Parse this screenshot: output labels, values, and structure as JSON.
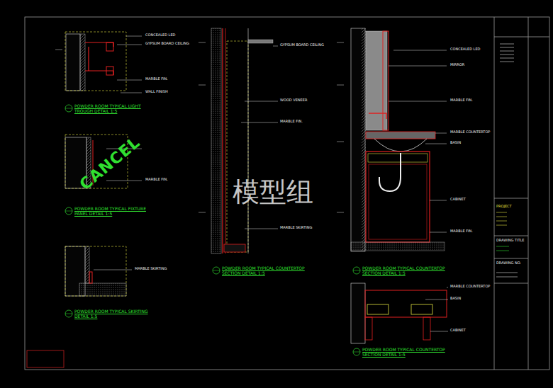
{
  "diagram": {
    "labels": [
      "CONCEALED LED",
      "GYPSUM BOARD CEILING",
      "MARBLE FIN.",
      "WALL FINISH",
      "POWDER ROOM TYPICAL LIGHT TROUGH DETAIL 1:5",
      "CANCEL",
      "MARBLE FIN.",
      "POWDER ROOM TYPICAL FIXTURE PANEL DETAIL 1:5",
      "MARBLE SKIRTING",
      "POWDER ROOM TYPICAL SKIRTING DETAIL 1:5",
      "GYPSUM BOARD CEILING",
      "WOOD VENEER",
      "MARBLE FIN.",
      "MARBLE SKIRTING",
      "POWDER ROOM TYPICAL COUNTERTOP SECTION DETAIL 1:5",
      "CONCEALED LED",
      "MIRROR",
      "MARBLE FIN.",
      "MARBLE COUNTERTOP",
      "BASIN",
      "CABINET",
      "MARBLE FIN.",
      "POWDER ROOM TYPICAL COUNTERTOP SECTION DETAIL 1:5",
      "MARBLE COUNTERTOP",
      "BASIN",
      "CABINET",
      "POWDER ROOM TYPICAL COUNTERTOP SECTION DETAIL 1:5",
      "模型组",
      "PROJECT",
      "DRAWING TITLE",
      "DRAWING NO."
    ]
  }
}
